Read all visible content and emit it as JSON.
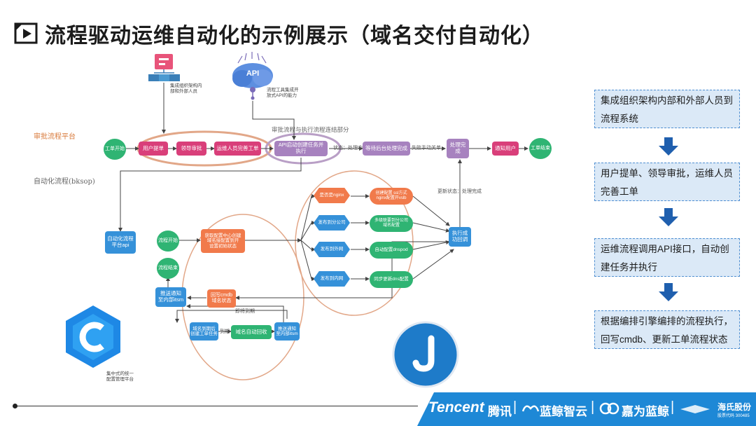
{
  "slide": {
    "title": "流程驱动运维自动化的示例展示（域名交付自动化）"
  },
  "lanes": {
    "approval": "审批流程平台",
    "automation": "自动化流程(bksop)",
    "bridge": "审批流程与执行流程连结部分"
  },
  "notes": {
    "org": "集成组织架构内\n部和外部人员",
    "api_word": "API",
    "api": "流程工具集成开\n放式API的能力"
  },
  "approval_nodes": {
    "start": "工单开始",
    "submit": "用户提单",
    "leader": "领导审批",
    "ops": "运维人员完善工单",
    "api_task": "API启动创建任务并执行",
    "wait": "等待后台处理完成",
    "done": "处理完成",
    "notify": "通知用户",
    "end": "工单结束"
  },
  "approval_labels": {
    "status": "状态：处理中",
    "fail": "失败手动关单",
    "update": "更新状态：处理完成"
  },
  "auto_nodes": {
    "trigger": "自动化流程\n平台api",
    "flow_start": "流程开始",
    "flow_end": "流程结束",
    "config": "获取配置中心创建\n域名接配置到开\n设置初始状态",
    "gw_gateway": "是否是nginx",
    "gw_branch": "发布到分公司",
    "gw_ext": "发布到外网",
    "gw_int": "发布到内网",
    "op_nginx": "创建配置 ssl方式\nnginx配置开vslb",
    "op_branch": "多级联要到分公司\n域名配置",
    "op_ext": "自动配置dnspod",
    "op_int": "同步更新dns配置",
    "exec_cb": "执行成\n功回调",
    "writeback": "回写cmdb\n域名状态",
    "notify_push": "推送通知\n至内部itsm",
    "expire_create": "域名到期后\n创建工单任务",
    "auto_recycle": "域名自动回收",
    "notify_push2": "推送通知\n至内部itsm"
  },
  "auto_labels": {
    "expire_soon": "即将到期",
    "expire": "到期"
  },
  "logos": {
    "cmdb_caption": "集中式的统一\n配置管理平台"
  },
  "side_notes": [
    "集成组织架构内部和外部人员到流程系统",
    "用户提单、领导审批，运维人员完善工单",
    "运维流程调用API接口，自动创建任务并执行",
    "根据编排引擎编排的流程执行，回写cmdb、更新工单流程状态"
  ],
  "footer": {
    "tencent": "Tencent",
    "tencent_cn": "腾讯",
    "partner1": "蓝鲸智云",
    "partner2": "嘉为蓝鲸",
    "partner3": "海氏股份",
    "partner3_sub": "股票代码 300485"
  },
  "colors": {
    "green": "#2fb473",
    "pink": "#d93f7a",
    "purple": "#a782bf",
    "blue": "#3591d9",
    "orange": "#f17a4b",
    "ellipse": "#e2a788",
    "note_bg": "#dbe9f7",
    "arrow": "#1f5fae",
    "footer": "#1e88d6"
  }
}
